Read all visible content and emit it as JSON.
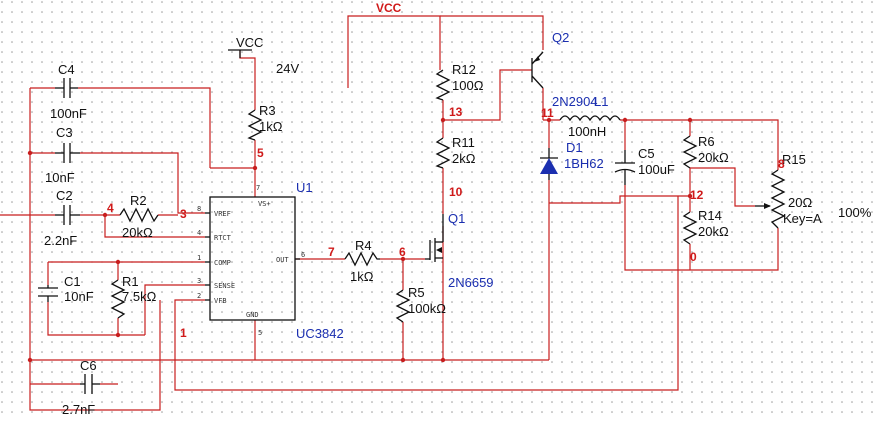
{
  "sources": {
    "vcc_top": "VCC",
    "vcc_left": "VCC",
    "vcc_value": "24V"
  },
  "ic": {
    "ref": "U1",
    "part": "UC3842",
    "pins": {
      "vs": "VS+",
      "vref": "VREF",
      "rtct": "RTCT",
      "comp": "COMP",
      "sense": "SENSE",
      "vfb": "VFB",
      "out": "OUT",
      "gnd": "GND"
    },
    "pin_numbers": {
      "vs": "7",
      "vref": "8",
      "rtct": "4",
      "comp": "1",
      "sense": "3",
      "vfb": "2",
      "out": "6",
      "gnd": "5"
    }
  },
  "components": {
    "c4": {
      "ref": "C4",
      "value": "100nF"
    },
    "c3": {
      "ref": "C3",
      "value": "10nF"
    },
    "c2": {
      "ref": "C2",
      "value": "2.2nF"
    },
    "r2": {
      "ref": "R2",
      "value": "20kΩ"
    },
    "c1": {
      "ref": "C1",
      "value": "10nF"
    },
    "r1": {
      "ref": "R1",
      "value": "7.5kΩ"
    },
    "c6": {
      "ref": "C6",
      "value": "2.7nF"
    },
    "r3": {
      "ref": "R3",
      "value": "1kΩ"
    },
    "r4": {
      "ref": "R4",
      "value": "1kΩ"
    },
    "r5": {
      "ref": "R5",
      "value": "100kΩ"
    },
    "r12": {
      "ref": "R12",
      "value": "100Ω"
    },
    "r11": {
      "ref": "R11",
      "value": "2kΩ"
    },
    "q1": {
      "ref": "Q1",
      "part": "2N6659"
    },
    "q2": {
      "ref": "Q2",
      "part": "2N2904"
    },
    "l1": {
      "ref": "L1",
      "value": "100nH"
    },
    "d1": {
      "ref": "D1",
      "part": "1BH62"
    },
    "c5": {
      "ref": "C5",
      "value": "100uF"
    },
    "r6": {
      "ref": "R6",
      "value": "20kΩ"
    },
    "r14": {
      "ref": "R14",
      "value": "20kΩ"
    },
    "r15": {
      "ref": "R15",
      "value": "20Ω",
      "key": "Key=A",
      "setting": "100%"
    }
  },
  "nodes": {
    "n1": "1",
    "n3": "3",
    "n4": "4",
    "n5": "5",
    "n6": "6",
    "n7": "7",
    "n8": "8",
    "n10": "10",
    "n11": "11",
    "n12": "12",
    "n13": "13",
    "n0": "0"
  }
}
